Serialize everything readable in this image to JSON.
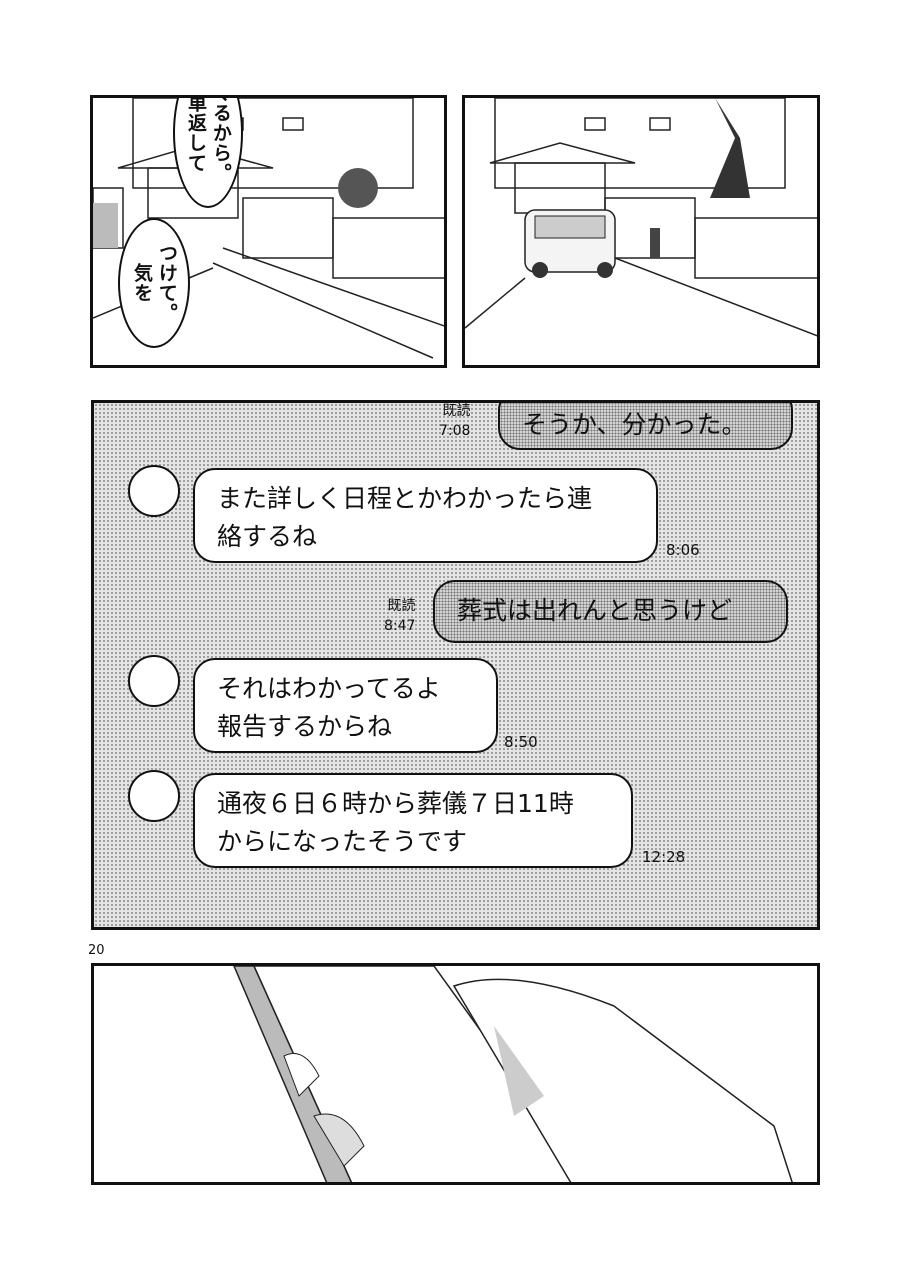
{
  "panel1": {
    "bubble_1": [
      "車返して",
      "くるから。"
    ],
    "bubble_2": [
      "気を",
      "つけて。"
    ]
  },
  "chat": {
    "messages": [
      {
        "side": "out",
        "text": "そうか、分かった。",
        "read": "既読",
        "time": "7:08"
      },
      {
        "side": "in",
        "text": "また詳しく日程とかわかったら連\n絡するね",
        "time": "8:06"
      },
      {
        "side": "out",
        "text": "葬式は出れんと思うけど",
        "read": "既読",
        "time": "8:47"
      },
      {
        "side": "in",
        "text": "それはわかってるよ\n報告するからね",
        "time": "8:50"
      },
      {
        "side": "in",
        "text": "通夜６日６時から葬儀７日11時\nからになったそうです",
        "time": "12:28"
      }
    ]
  },
  "page_number": "20"
}
